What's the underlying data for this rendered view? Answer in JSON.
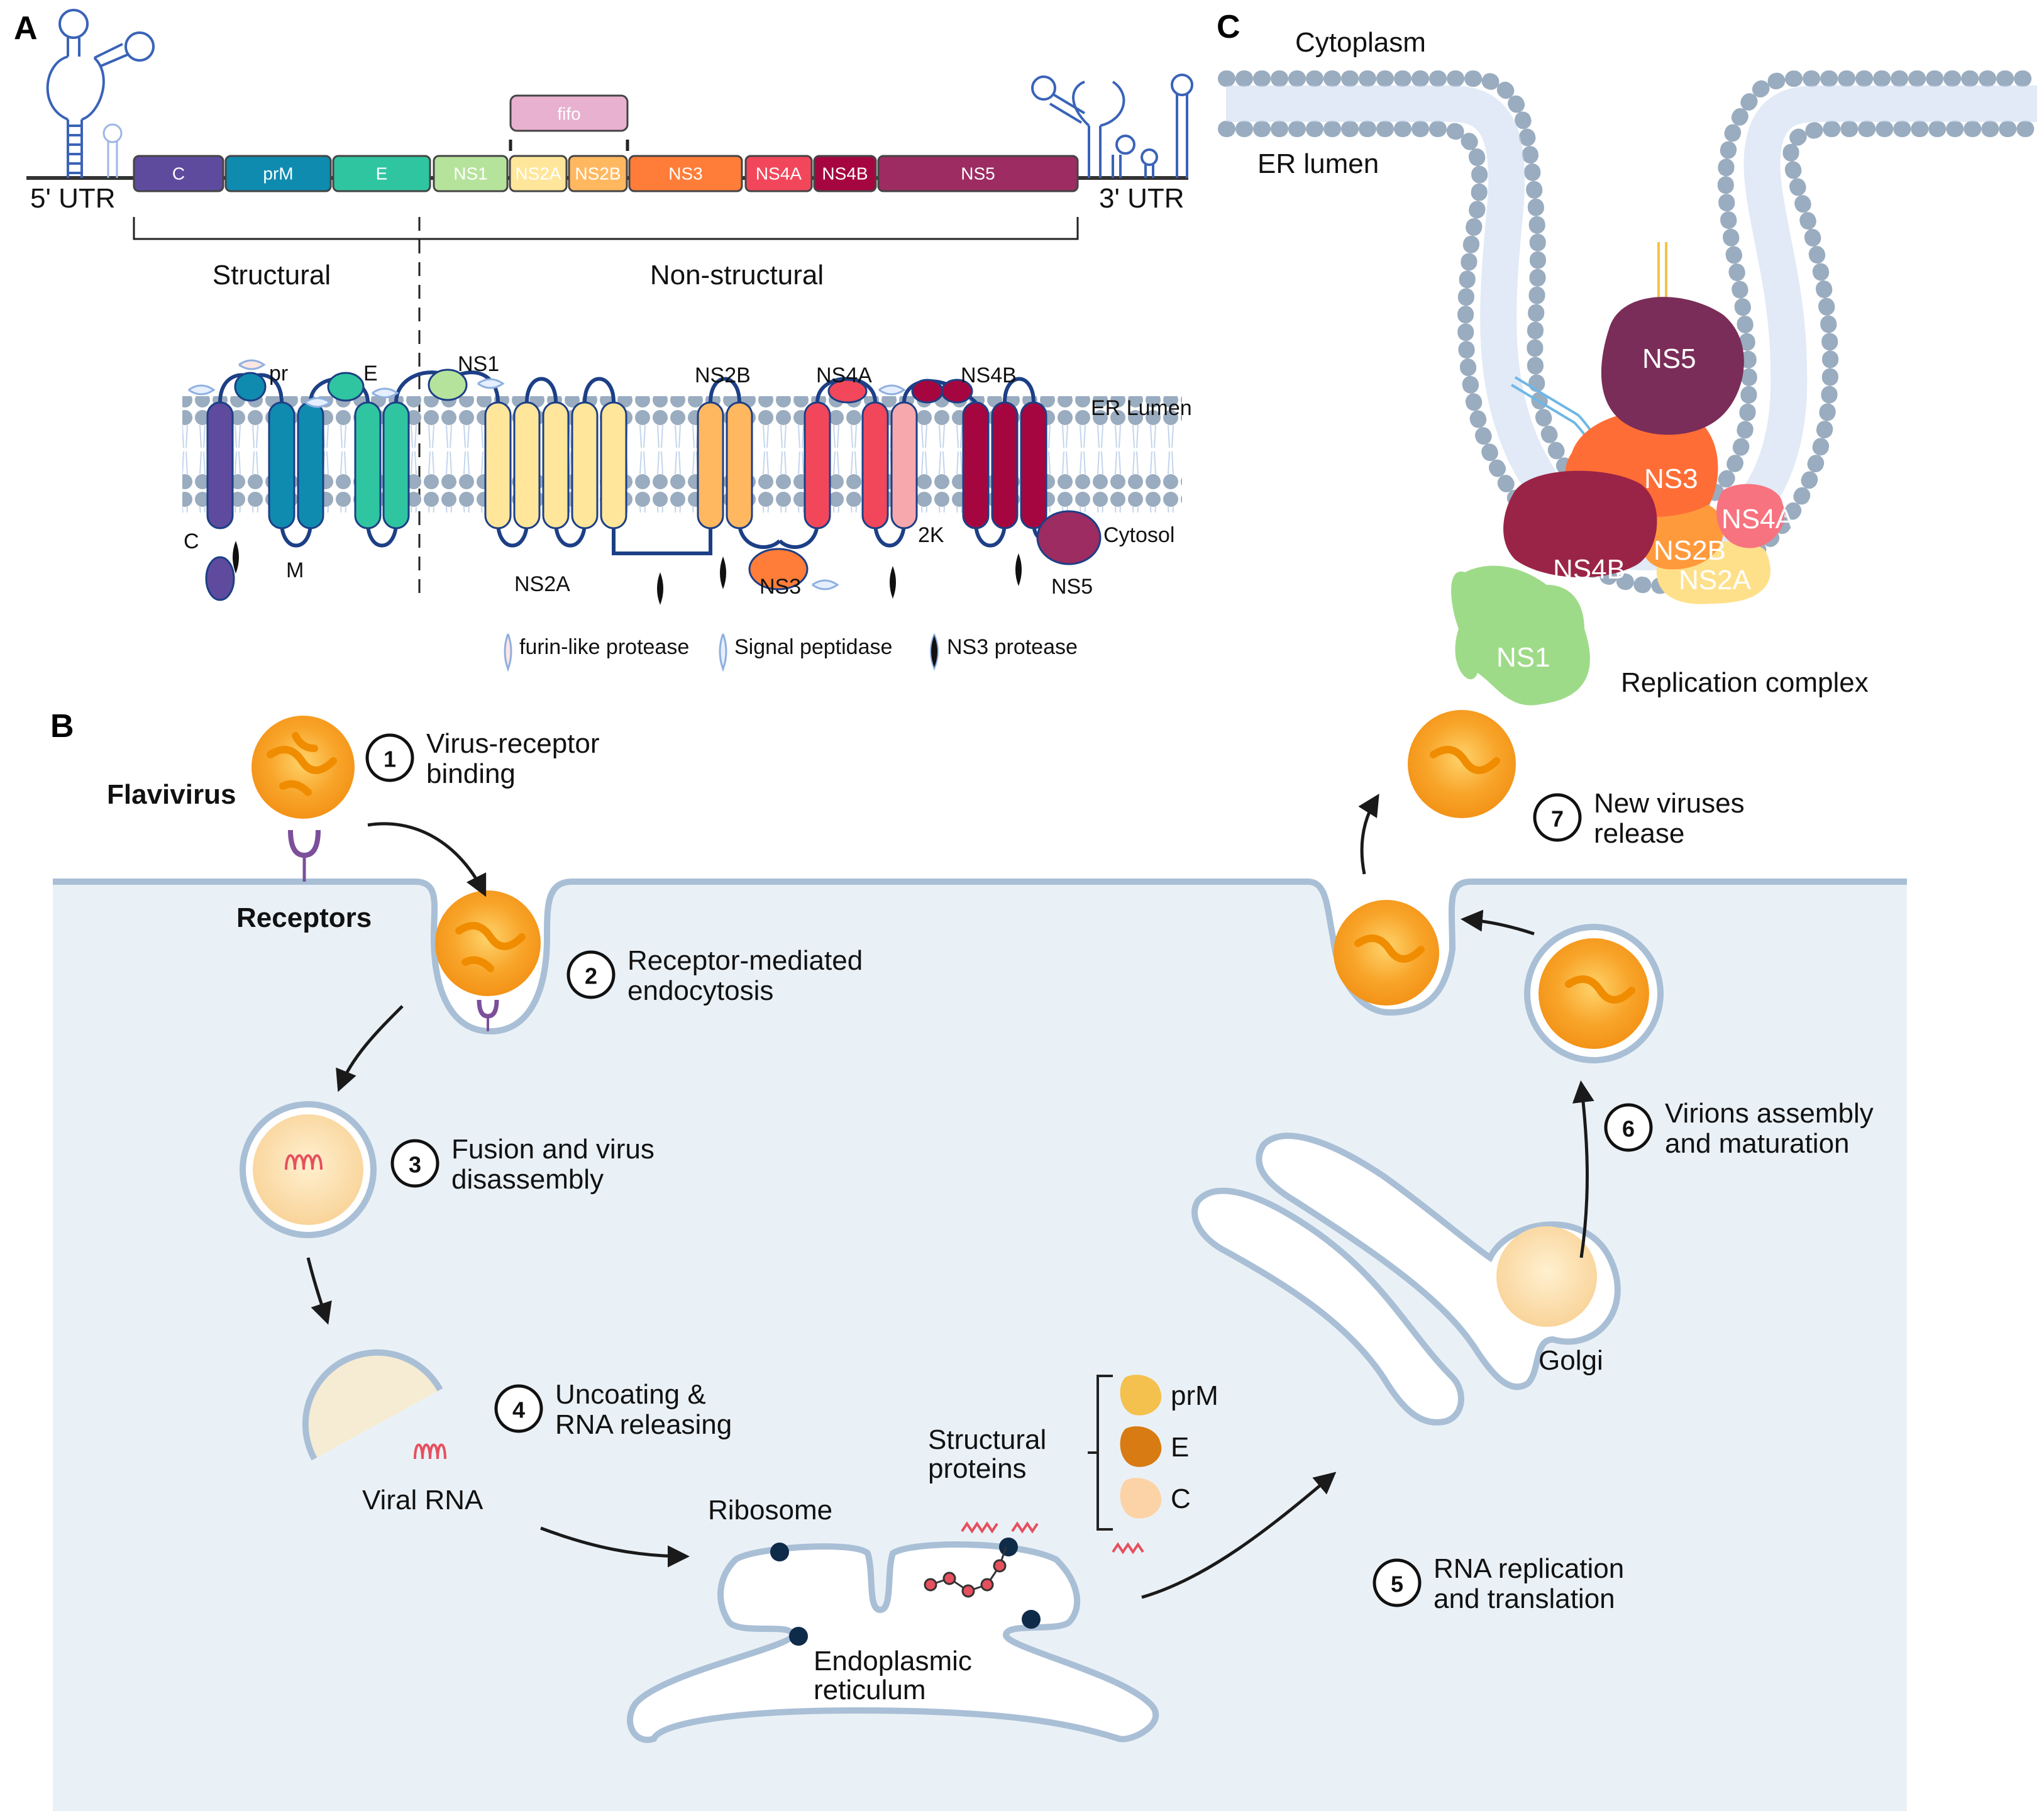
{
  "panel_labels": {
    "a": "A",
    "b": "B",
    "c": "C"
  },
  "panel_a": {
    "utr5": "5' UTR",
    "utr3": "3' UTR",
    "fifo_label": "fifo",
    "segments": [
      {
        "name": "C",
        "color": "#5f4b9e"
      },
      {
        "name": "prM",
        "color": "#0f8bb0"
      },
      {
        "name": "E",
        "color": "#2fc5a0"
      },
      {
        "name": "NS1",
        "color": "#b6e39c"
      },
      {
        "name": "NS2A",
        "color": "#ffe69a"
      },
      {
        "name": "NS2B",
        "color": "#ffb860"
      },
      {
        "name": "NS3",
        "color": "#ff7d38"
      },
      {
        "name": "NS4A",
        "color": "#f2475b"
      },
      {
        "name": "NS4B",
        "color": "#a6063f"
      },
      {
        "name": "NS5",
        "color": "#9c2c62"
      }
    ],
    "fifo_color": "#e8b1cf",
    "structural_label": "Structural",
    "nonstructural_label": "Non-structural",
    "topology": {
      "labels": {
        "pr": "pr",
        "e": "E",
        "ns1": "NS1",
        "ns2b": "NS2B",
        "ns4a": "NS4A",
        "ns4b": "NS4B",
        "er_lumen": "ER Lumen",
        "cytosol": "Cytosol",
        "c": "C",
        "m": "M",
        "ns2a": "NS2A",
        "ns3": "NS3",
        "two_k": "2K",
        "ns5": "NS5"
      },
      "twok_color": "#f7a8ad",
      "membrane_head_color": "#9aacbf",
      "loop_color": "#1c3f86"
    },
    "legend": [
      {
        "icon": "furin-like-protease-icon",
        "label": "furin-like protease"
      },
      {
        "icon": "signal-peptidase-icon",
        "label": "Signal peptidase"
      },
      {
        "icon": "ns3-protease-icon",
        "label": "NS3 protease"
      }
    ]
  },
  "panel_b": {
    "flavivirus_label": "Flavivirus",
    "receptors_label": "Receptors",
    "steps": [
      {
        "num": "1",
        "line1": "Virus-receptor",
        "line2": "binding"
      },
      {
        "num": "2",
        "line1": "Receptor-mediated",
        "line2": "endocytosis"
      },
      {
        "num": "3",
        "line1": "Fusion and virus",
        "line2": "disassembly"
      },
      {
        "num": "4",
        "line1": "Uncoating &",
        "line2": "RNA releasing"
      },
      {
        "num": "5",
        "line1": "RNA replication",
        "line2": "and translation"
      },
      {
        "num": "6",
        "line1": "Virions assembly",
        "line2": "and maturation"
      },
      {
        "num": "7",
        "line1": "New viruses",
        "line2": "release"
      }
    ],
    "viral_rna_label": "Viral RNA",
    "ribosome_label": "Ribosome",
    "er_label_line1": "Endoplasmic",
    "er_label_line2": "reticulum",
    "structural_proteins_line1": "Structural",
    "structural_proteins_line2": "proteins",
    "structural_proteins": [
      {
        "name": "prM",
        "color": "#f4c14e"
      },
      {
        "name": "E",
        "color": "#d77b12"
      },
      {
        "name": "C",
        "color": "#fcd3a6"
      }
    ],
    "golgi_label": "Golgi",
    "cell_bg_color": "#eaf1f6",
    "membrane_color": "#a9bfd6",
    "virus_color": "#f9a825"
  },
  "panel_c": {
    "cytoplasm_label": "Cytoplasm",
    "er_lumen_label": "ER lumen",
    "replication_complex_label": "Replication complex",
    "proteins": [
      {
        "name": "NS5",
        "color": "#7a2d58"
      },
      {
        "name": "NS3",
        "color": "#ff6d36"
      },
      {
        "name": "NS4A",
        "color": "#f7737f"
      },
      {
        "name": "NS2B",
        "color": "#ff9a3c"
      },
      {
        "name": "NS4B",
        "color": "#9a2447"
      },
      {
        "name": "NS2A",
        "color": "#ffe08a"
      },
      {
        "name": "NS1",
        "color": "#93d77c"
      }
    ]
  }
}
